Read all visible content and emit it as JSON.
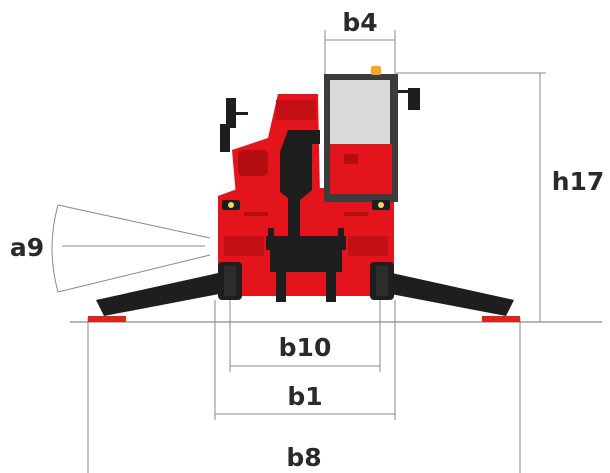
{
  "dimensions": {
    "b4": "b4",
    "h17": "h17",
    "a9": "a9",
    "b10": "b10",
    "b1": "b1",
    "b8": "b8"
  },
  "colors": {
    "machine_red": "#e3141b",
    "dark_red": "#b30d12",
    "boom_black": "#1e1e1e",
    "cab_frame": "#3c3c3c",
    "glass": "#d9d9d9",
    "beacon": "#f5a623",
    "pad_red": "#d9251d",
    "line_gray": "#8a8a8a",
    "label": "#2a2a2a"
  }
}
